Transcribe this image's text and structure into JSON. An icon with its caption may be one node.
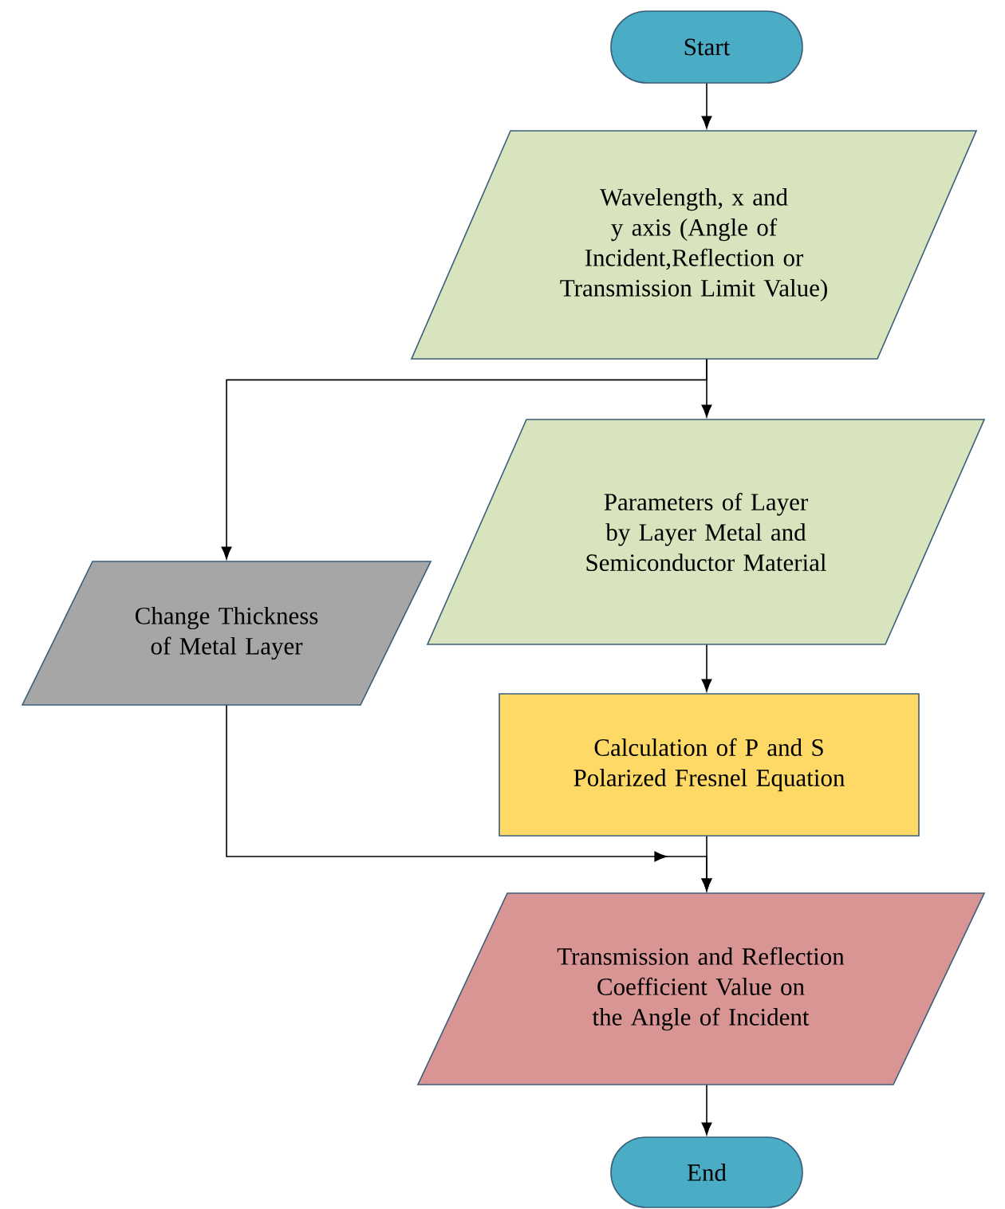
{
  "diagram": {
    "nodes": [
      {
        "text": [
          "Start"
        ]
      },
      {
        "text": [
          "Wavelength, x and y axis (Angle of Incident,Reflection or Transmission Limit Value)"
        ]
      },
      {
        "text": [
          "Parameters of Layer by Layer Metal and Semiconductor Material"
        ]
      },
      {
        "text": [
          "Change Thickness of Metal Layer"
        ]
      },
      {
        "text": [
          "Calculation of P and S Polarized Fresnel Equation"
        ]
      },
      {
        "text": [
          "Transmission and Reflection Coefficient Value on the Angle of Incident"
        ]
      },
      {
        "text": [
          "End"
        ]
      }
    ],
    "edges": [
      {
        "from": 0,
        "to": 1,
        "arrow": "to"
      },
      {
        "from": 1,
        "to": 2,
        "arrow": "to"
      },
      {
        "from": 1,
        "to": 3,
        "arrow": "to"
      },
      {
        "from": 2,
        "to": 4,
        "arrow": "to"
      },
      {
        "from": 4,
        "to": 5,
        "arrow": "to"
      },
      {
        "from": 3,
        "to": 5,
        "arrow": "to"
      },
      {
        "from": 5,
        "to": 6,
        "arrow": "to"
      }
    ]
  }
}
